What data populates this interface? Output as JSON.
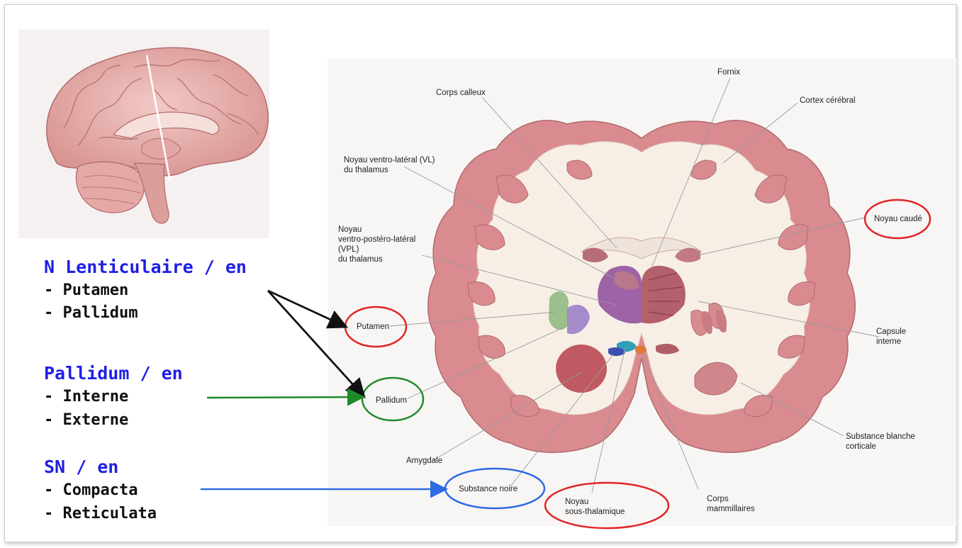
{
  "left_panel": {
    "groups": [
      {
        "title": "N Lenticulaire / en",
        "items": [
          "- Putamen",
          "- Pallidum"
        ]
      },
      {
        "title": "Pallidum / en",
        "items": [
          "- Interne",
          "- Externe"
        ]
      },
      {
        "title": "SN / en",
        "items": [
          "- Compacta",
          "- Reticulata"
        ]
      }
    ]
  },
  "diagram": {
    "labels": {
      "corps_calleux": "Corps calleux",
      "fornix": "Fornix",
      "cortex_cerebral": "Cortex cérébral",
      "noyau_vl": [
        "Noyau ventro-latéral (VL)",
        "du thalamus"
      ],
      "noyau_vpl": [
        "Noyau",
        "ventro-postéro-latéral",
        "(VPL)",
        "du thalamus"
      ],
      "noyau_caude": "Noyau caudé",
      "putamen": "Putamen",
      "capsule_interne": [
        "Capsule",
        "interne"
      ],
      "pallidum": "Pallidum",
      "amygdale": "Amygdale",
      "substance_noire": "Substance noire",
      "noyau_sous_thalamique": [
        "Noyau",
        "sous-thalamique"
      ],
      "corps_mammillaires": [
        "Corps",
        "mammillaires"
      ],
      "substance_blanche": [
        "Substance blanche",
        "corticale"
      ]
    },
    "colors": {
      "highlight_red": "#e02424",
      "highlight_green": "#1f8a2a",
      "highlight_blue": "#2e6be6",
      "arrow_black": "#111111",
      "cortex_pink": "#d98b8f",
      "white_matter": "#f7efe6"
    }
  }
}
